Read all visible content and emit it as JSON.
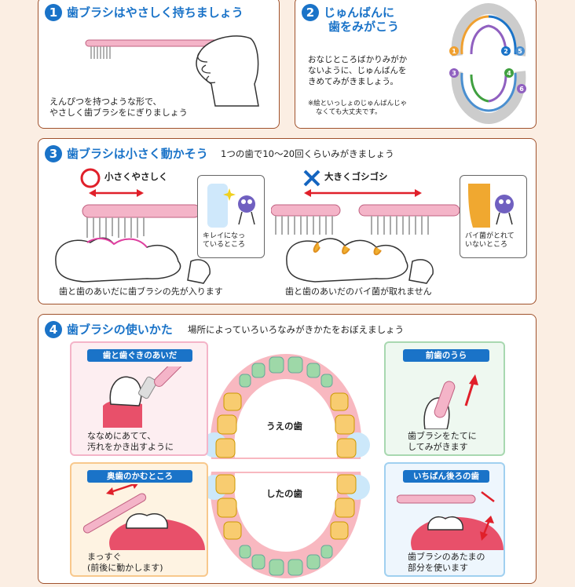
{
  "step1": {
    "number": "1",
    "title": "歯ブラシはやさしく持ちましょう",
    "text_line1": "えんぴつを持つような形で、",
    "text_line2": "やさしく歯ブラシをにぎりましょう"
  },
  "step2": {
    "number": "2",
    "title_line1": "じゅんばんに",
    "title_line2": "歯をみがこう",
    "text_line1": "おなじところばかりみがか",
    "text_line2": "ないように、じゅんばんを",
    "text_line3": "きめてみがきましょう。",
    "note_line1": "※絵といっしょのじゅんばんじゃ",
    "note_line2": "なくても大丈夫です。",
    "order": [
      "1",
      "2",
      "3",
      "4",
      "5",
      "6"
    ]
  },
  "step3": {
    "number": "3",
    "title": "歯ブラシは小さく動かそう",
    "subtitle": "1つの歯で10～20回くらいみがきましょう",
    "good_label": "小さくやさしく",
    "bad_label": "大きくゴシゴシ",
    "good_bubble_line1": "キレイになっ",
    "good_bubble_line2": "ているところ",
    "bad_bubble_line1": "バイ菌がとれて",
    "bad_bubble_line2": "いないところ",
    "good_caption": "歯と歯のあいだに歯ブラシの先が入ります",
    "bad_caption": "歯と歯のあいだのバイ菌が取れません"
  },
  "step4": {
    "number": "4",
    "title": "歯ブラシの使いかた",
    "subtitle": "場所によっていろいろなみがきかたをおぼえましょう",
    "upper_label": "うえの歯",
    "lower_label": "したの歯",
    "box1": {
      "tag": "歯と歯ぐきのあいだ",
      "text_line1": "ななめにあてて、",
      "text_line2": "汚れをかき出すように"
    },
    "box2": {
      "tag": "前歯のうら",
      "text_line1": "歯ブラシをたてに",
      "text_line2": "してみがきます"
    },
    "box3": {
      "tag": "奥歯のかむところ",
      "text_line1": "まっすぐ",
      "text_line2": "(前後に動かします)"
    },
    "box4": {
      "tag": "いちばん後ろの歯",
      "text_line1": "歯ブラシのあたまの",
      "text_line2": "部分を使います"
    }
  },
  "colors": {
    "accent": "#1a73c8",
    "panel_border": "#a0522d",
    "good": "#e0202a",
    "bad": "#1565c0",
    "brush_pink": "#f4b4c8"
  }
}
